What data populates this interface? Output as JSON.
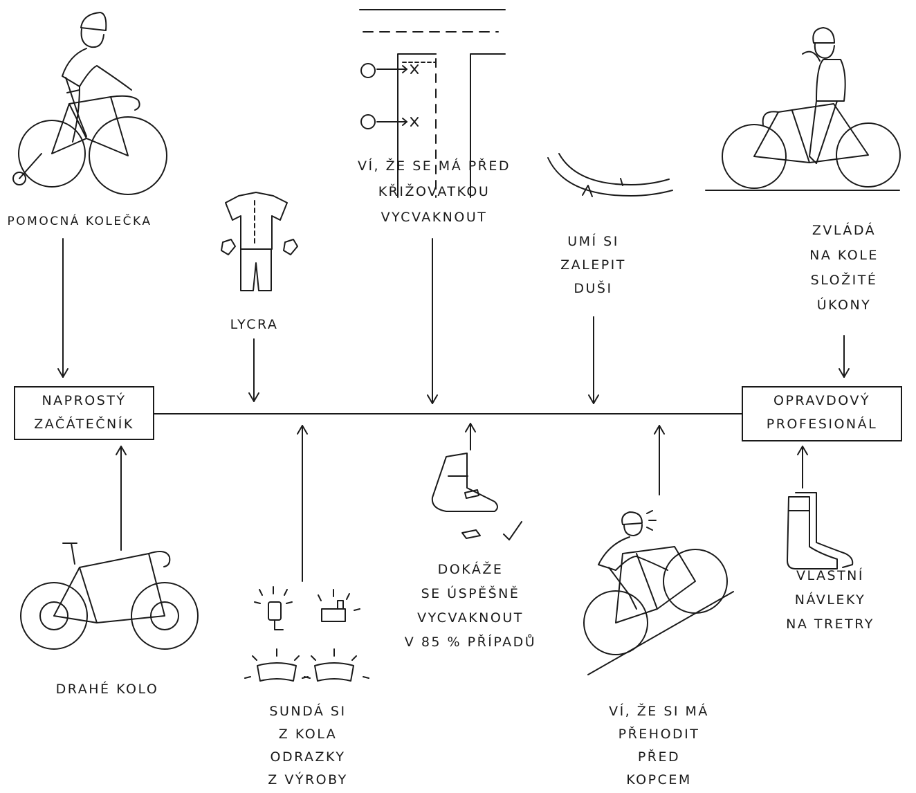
{
  "endpoints": {
    "start": [
      "NAPROSTÝ",
      "ZAČÁTEČNÍK"
    ],
    "end": [
      "OPRAVDOVÝ",
      "PROFESIONÁL"
    ]
  },
  "milestones_top": [
    {
      "id": "training-wheels",
      "lines": [
        "POMOCNÁ KOLEČKA"
      ]
    },
    {
      "id": "lycra",
      "lines": [
        "LYCRA"
      ]
    },
    {
      "id": "unclip-intersection",
      "lines": [
        "VÍ, ŽE SE MÁ PŘED",
        "KŘIŽOVATKOU",
        "VYCVAKNOUT"
      ]
    },
    {
      "id": "patch-tube",
      "lines": [
        "UMÍ SI",
        "ZALEPIT",
        "DUŠI"
      ]
    },
    {
      "id": "complex-tasks",
      "lines": [
        "ZVLÁDÁ",
        "NA KOLE",
        "SLOŽITÉ",
        "ÚKONY"
      ]
    }
  ],
  "milestones_bottom": [
    {
      "id": "expensive-bike",
      "lines": [
        "DRAHÉ KOLO"
      ]
    },
    {
      "id": "remove-reflectors",
      "lines": [
        "SUNDÁ SI",
        "Z KOLA",
        "ODRAZKY",
        "Z VÝROBY"
      ]
    },
    {
      "id": "unclip-success",
      "lines": [
        "DOKÁŽE",
        "SE ÚSPĚŠNĚ",
        "VYCVAKNOUT",
        "V 85 % PŘÍPADŮ"
      ]
    },
    {
      "id": "shift-before-hill",
      "lines": [
        "VÍ, ŽE SI MÁ",
        "PŘEHODIT",
        "PŘED",
        "KOPCEM"
      ]
    },
    {
      "id": "overshoes",
      "lines": [
        "VLASTNÍ",
        "NÁVLEKY",
        "NA TRETRY"
      ]
    }
  ]
}
